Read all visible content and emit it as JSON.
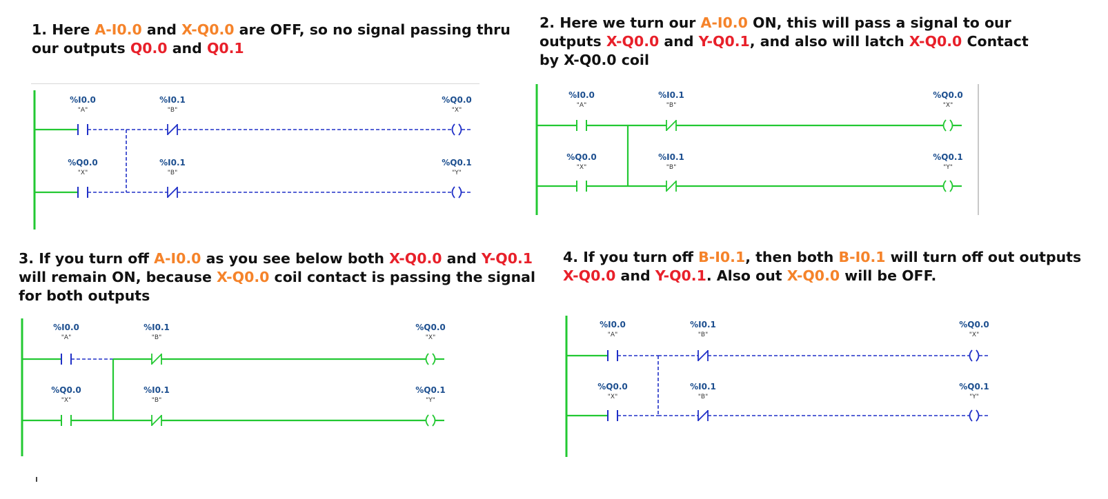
{
  "captions": [
    {
      "parts": [
        {
          "t": "1. Here ",
          "c": ""
        },
        {
          "t": "A-I0.0",
          "c": "orange"
        },
        {
          "t": " and ",
          "c": ""
        },
        {
          "t": "X-Q0.0",
          "c": "orange"
        },
        {
          "t": " are OFF, so no signal passing thru our outputs ",
          "c": ""
        },
        {
          "t": "Q0.0",
          "c": "red"
        },
        {
          "t": " and ",
          "c": ""
        },
        {
          "t": "Q0.1",
          "c": "red"
        }
      ]
    },
    {
      "parts": [
        {
          "t": "2. Here we turn our ",
          "c": ""
        },
        {
          "t": "A-I0.0",
          "c": "orange"
        },
        {
          "t": " ON, this will pass a signal to our outputs ",
          "c": ""
        },
        {
          "t": "X-Q0.0",
          "c": "red"
        },
        {
          "t": " and ",
          "c": ""
        },
        {
          "t": "Y-Q0.1",
          "c": "red"
        },
        {
          "t": ", and also will latch ",
          "c": ""
        },
        {
          "t": "X-Q0.0",
          "c": "red"
        },
        {
          "t": " Contact by X-Q0.0 coil",
          "c": ""
        }
      ]
    },
    {
      "parts": [
        {
          "t": "3. If you turn off ",
          "c": ""
        },
        {
          "t": "A-I0.0",
          "c": "orange"
        },
        {
          "t": " as you see below both ",
          "c": ""
        },
        {
          "t": "X-Q0.0",
          "c": "red"
        },
        {
          "t": " and ",
          "c": ""
        },
        {
          "t": "Y-Q0.1",
          "c": "red"
        },
        {
          "t": " will remain ON, because ",
          "c": ""
        },
        {
          "t": "X-Q0.0",
          "c": "orange"
        },
        {
          "t": " coil contact is passing the signal for both outputs",
          "c": ""
        }
      ]
    },
    {
      "parts": [
        {
          "t": "4. If you turn off ",
          "c": ""
        },
        {
          "t": "B-I0.1",
          "c": "orange"
        },
        {
          "t": ", then both ",
          "c": ""
        },
        {
          "t": "B-I0.1",
          "c": "orange"
        },
        {
          "t": " will turn off out outputs ",
          "c": ""
        },
        {
          "t": "X-Q0.0",
          "c": "red"
        },
        {
          "t": " and ",
          "c": ""
        },
        {
          "t": "Y-Q0.1",
          "c": "red"
        },
        {
          "t": ". Also out ",
          "c": ""
        },
        {
          "t": "X-Q0.0",
          "c": "orange"
        },
        {
          "t": " will be OFF.",
          "c": ""
        }
      ]
    }
  ],
  "ladder_labels": {
    "contact_a_addr": "%I0.0",
    "contact_a_tag": "\"A\"",
    "contact_b_addr": "%I0.1",
    "contact_b_tag": "\"B\"",
    "contact_x_addr": "%Q0.0",
    "contact_x_tag": "\"X\"",
    "coil_x_addr": "%Q0.0",
    "coil_x_tag": "\"X\"",
    "coil_y_addr": "%Q0.1",
    "coil_y_tag": "\"Y\""
  },
  "panels": [
    {
      "step": 1,
      "segments": {
        "rail": "on",
        "rung1_in": "off",
        "rung1_mid": "off",
        "rung1_out": "off",
        "branch": "off",
        "rung2_in": "off",
        "rung2_mid": "off",
        "rung2_out": "off"
      }
    },
    {
      "step": 2,
      "segments": {
        "rail": "on",
        "rung1_in": "on",
        "rung1_mid": "on",
        "rung1_out": "on",
        "branch": "on",
        "rung2_in": "on",
        "rung2_mid": "on",
        "rung2_out": "on"
      }
    },
    {
      "step": 3,
      "segments": {
        "rail": "on",
        "rung1_in": "off",
        "rung1_mid": "on",
        "rung1_out": "on",
        "branch": "on",
        "rung2_in": "on",
        "rung2_mid": "on",
        "rung2_out": "on"
      }
    },
    {
      "step": 4,
      "segments": {
        "rail": "on",
        "rung1_in": "off",
        "rung1_mid": "off",
        "rung1_out": "off",
        "branch": "off",
        "rung2_in": "off",
        "rung2_mid": "off",
        "rung2_out": "off"
      }
    }
  ],
  "colors": {
    "energized": "#22c832",
    "de_energized": "#1f2fc7",
    "highlight_orange": "#f5832a",
    "highlight_red": "#e8202a",
    "address_text": "#1d4f8f"
  }
}
